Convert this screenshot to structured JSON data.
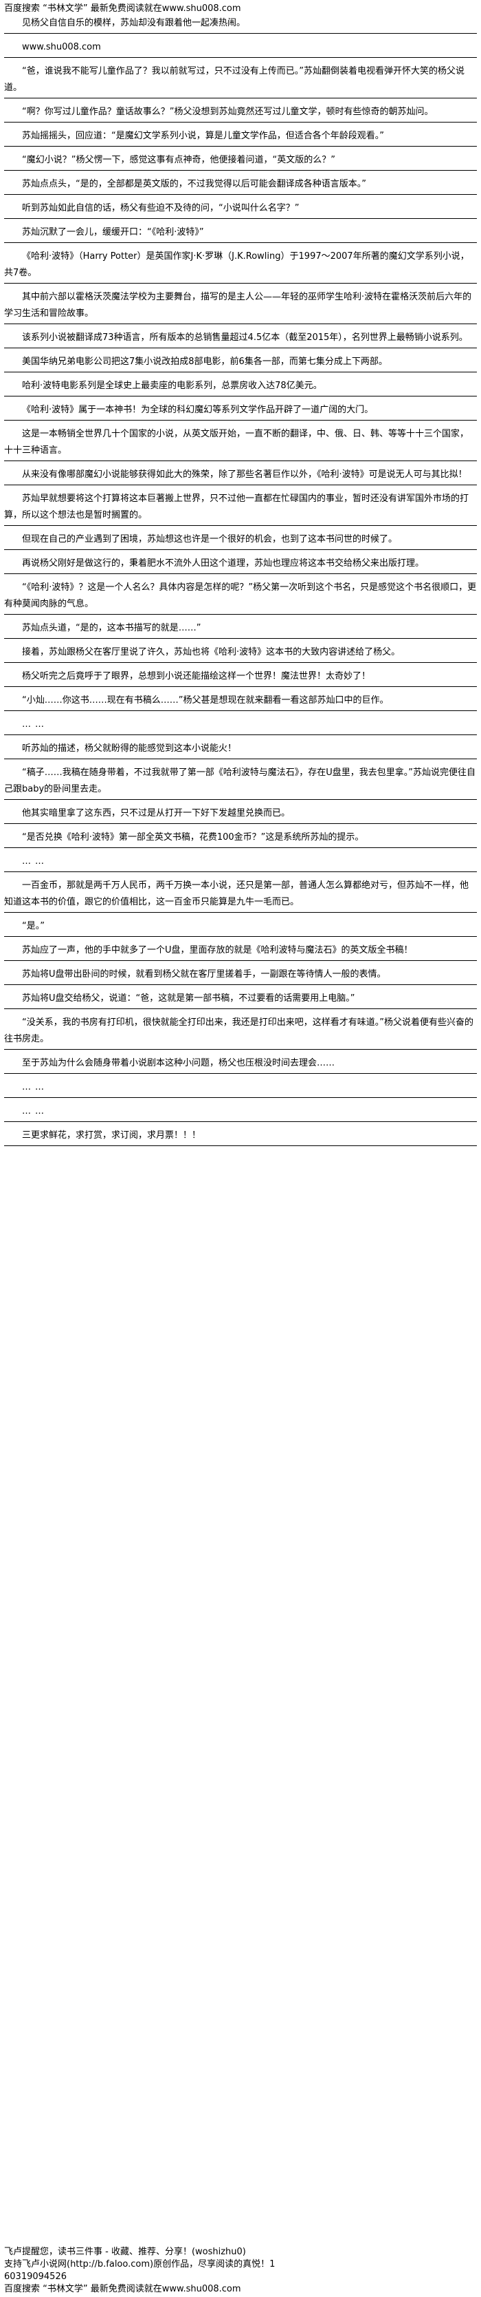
{
  "header": {
    "banner": "百度搜索 “书林文学” 最新免费阅读就在www.shu008.com"
  },
  "paragraphs": [
    {
      "text": "见杨父自信自乐的模样，苏灿却没有跟着他一起凑热闹。",
      "indent": true
    },
    {
      "text": "www.shu008.com",
      "indent": true
    },
    {
      "text": "“爸，谁说我不能写儿童作品了？我以前就写过，只不过没有上传而已。”苏灿翻倒装着电视看弹开怀大笑的杨父说道。",
      "indent": true
    },
    {
      "text": "“啊？你写过儿童作品？童话故事么？”杨父没想到苏灿竟然还写过儿童文学，顿时有些惊奇的朝苏灿问。",
      "indent": true
    },
    {
      "text": "苏灿摇摇头，回应道：“是魔幻文学系列小说，算是儿童文学作品，但适合各个年龄段观看。”",
      "indent": true
    },
    {
      "text": "“魔幻小说？”杨父愣一下，感觉这事有点神奇，他便接着问道，“英文版的么？”",
      "indent": true
    },
    {
      "text": "苏灿点点头，“是的，全部都是英文版的，不过我觉得以后可能会翻译成各种语言版本。”",
      "indent": true
    },
    {
      "text": "听到苏灿如此自信的话，杨父有些迫不及待的问，“小说叫什么名字？”",
      "indent": true
    },
    {
      "text": "苏灿沉默了一会儿，缓缓开口：“《哈利·波特》”",
      "indent": true
    },
    {
      "text": "《哈利·波特》（Harry Potter）是英国作家J·K·罗琳（J.K.Rowling）于1997～2007年所著的魔幻文学系列小说，共7卷。",
      "indent": true
    },
    {
      "text": "其中前六部以霍格沃茨魔法学校为主要舞台，描写的是主人公——年轻的巫师学生哈利·波特在霍格沃茨前后六年的学习生活和冒险故事。",
      "indent": true
    },
    {
      "text": "该系列小说被翻译成73种语言，所有版本的总销售量超过4.5亿本（截至2015年），名列世界上最畅销小说系列。",
      "indent": true
    },
    {
      "text": "美国华纳兄弟电影公司把这7集小说改拍成8部电影，前6集各一部，而第七集分成上下两部。",
      "indent": true
    },
    {
      "text": "哈利·波特电影系列是全球史上最卖座的电影系列，总票房收入达78亿美元。",
      "indent": true
    },
    {
      "text": "《哈利·波特》属于一本神书！为全球的科幻魔幻等系列文学作品开辟了一道广阔的大门。",
      "indent": true
    },
    {
      "text": "这是一本畅销全世界几十个国家的小说，从英文版开始，一直不断的翻译，中、俄、日、韩、等等十十三个国家，十十三种语言。",
      "indent": true
    },
    {
      "text": "从来没有像哪部魔幻小说能够获得如此大的殊荣，除了那些名著巨作以外，《哈利·波特》可是说无人可与其比拟！",
      "indent": true
    },
    {
      "text": "苏灿早就想要将这个打算将这本巨著搬上世界，只不过他一直都在忙碌国内的事业，暂时还没有讲军国外市场的打算，所以这个想法也是暂时搁置的。",
      "indent": true
    },
    {
      "text": "但现在自己的产业遇到了困境，苏灿想这也许是一个很好的机会，也到了这本书问世的时候了。",
      "indent": true
    },
    {
      "text": "再说杨父刚好是做这行的，秉着肥水不流外人田这个道理，苏灿也理应将这本书交给杨父来出版打理。",
      "indent": true
    },
    {
      "text": "“《哈利·波特》？这是一个人名么？具体内容是怎样的呢？”杨父第一次听到这个书名，只是感觉这个书名很顺口，更有种莫闻肉脉的气息。",
      "indent": true
    },
    {
      "text": "苏灿点头道，“是的，这本书描写的就是……”",
      "indent": true
    },
    {
      "text": "接着，苏灿跟杨父在客厅里说了许久，苏灿也将《哈利·波特》这本书的大致内容讲述给了杨父。",
      "indent": true
    },
    {
      "text": "杨父听完之后竟呼于了眼界，总想到小说还能描绘这样一个世界！魔法世界！太奇妙了！",
      "indent": true
    },
    {
      "text": "“小灿……你这书……现在有书稿么……”杨父甚是想现在就来翻看一看这部苏灿口中的巨作。",
      "indent": true
    },
    {
      "text": "……",
      "indent": true,
      "dots": true
    },
    {
      "text": "听苏灿的描述，杨父就盼得的能感觉到这本小说能火！",
      "indent": true
    },
    {
      "text": "“稿子……我稿在随身带着，不过我就带了第一部《哈利波特与魔法石》，存在U盘里，我去包里拿。”苏灿说完便往自己跟baby的卧间里去走。",
      "indent": true
    },
    {
      "text": "他其实暗里拿了这东西，只不过是从打开一下好下发越里兑换而已。",
      "indent": true
    },
    {
      "text": "“是否兑换《哈利·波特》第一部全英文书稿，花费100金币？”这是系统所苏灿的提示。",
      "indent": true
    },
    {
      "text": "……",
      "indent": true,
      "dots": true
    },
    {
      "text": "一百金币，那就是两千万人民币，两千万换一本小说，还只是第一部，普通人怎么算都绝对亏，但苏灿不一样，他知道这本书的价值，跟它的价值相比，这一百金币只能算是九牛一毛而已。",
      "indent": true
    },
    {
      "text": "“是。”",
      "indent": true
    },
    {
      "text": "苏灿应了一声，他的手中就多了一个U盘，里面存放的就是《哈利波特与魔法石》的英文版全书稿！",
      "indent": true
    },
    {
      "text": "苏灿将U盘带出卧间的时候，就看到杨父就在客厅里搓着手，一副跟在等待情人一般的表情。",
      "indent": true
    },
    {
      "text": "苏灿将U盘交给杨父，说道：“爸，这就是第一部书稿，不过要看的话需要用上电脑。”",
      "indent": true
    },
    {
      "text": "“没关系，我的书房有打印机，很快就能全打印出来，我还是打印出来吧，这样看才有味道。”杨父说着便有些兴奋的往书房走。",
      "indent": true
    },
    {
      "text": "至于苏灿为什么会随身带着小说剧本这种小问题，杨父也压根没时间去理会……",
      "indent": true
    },
    {
      "text": "……",
      "indent": true,
      "dots": true
    },
    {
      "text": "……",
      "indent": true,
      "dots": true
    },
    {
      "text": "三更求鲜花，求打赏，求订阅，求月票！！！",
      "indent": true
    }
  ],
  "footer": {
    "line1": "飞卢提醒您，读书三件事 - 收藏、推荐、分享！(woshizhu0)",
    "line2": "支持飞卢小说网(http://b.faloo.com)原创作品，尽享阅读的真悦！1",
    "line3": "60319094526",
    "line4": "百度搜索 “书林文学” 最新免费阅读就在www.shu008.com"
  }
}
